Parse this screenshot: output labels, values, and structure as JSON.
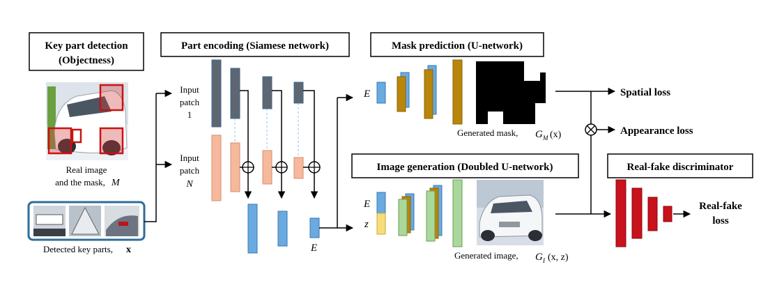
{
  "titles": {
    "key_part_1": "Key part detection",
    "key_part_2": "(Objectness)",
    "part_encoding": "Part encoding (Siamese network)",
    "mask_prediction": "Mask prediction (U-network)",
    "image_generation": "Image generation (Doubled U-network)",
    "discriminator": "Real-fake discriminator"
  },
  "labels": {
    "real_image_1": "Real image",
    "real_image_2": "and the mask,",
    "real_image_sym": "M",
    "detected_parts": "Detected key parts,",
    "detected_sym": "x",
    "input_patch1_a": "Input",
    "input_patch1_b": "patch",
    "input_patch1_c": "1",
    "input_patchN_a": "Input",
    "input_patchN_b": "patch",
    "input_patchN_c": "N",
    "encoding_E": "E",
    "mask_E": "E",
    "gen_E": "E",
    "gen_z": "z",
    "generated_mask": "Generated mask,",
    "generated_mask_sym": "G",
    "generated_mask_sub": "M",
    "generated_mask_arg": "(x)",
    "generated_image": "Generated image,",
    "generated_image_sym": "G",
    "generated_image_sub": "I",
    "generated_image_arg": "(x, z)",
    "spatial_loss": "Spatial loss",
    "appearance_loss": "Appearance loss",
    "real_fake_loss_1": "Real-fake",
    "real_fake_loss_2": "loss",
    "combine_symbol": "⊗",
    "add_symbol": "⊕"
  },
  "colors": {
    "gray_block": "#5f6670",
    "salmon_block": "#f6b99d",
    "blue_block": "#6aaae0",
    "brown_block": "#b8860b",
    "green_block": "#a9d89a",
    "yellow_block": "#f7dc7a",
    "red_block": "#c8121c",
    "dashed_link": "#8ec0e8",
    "detect_border": "#2e6d99"
  }
}
